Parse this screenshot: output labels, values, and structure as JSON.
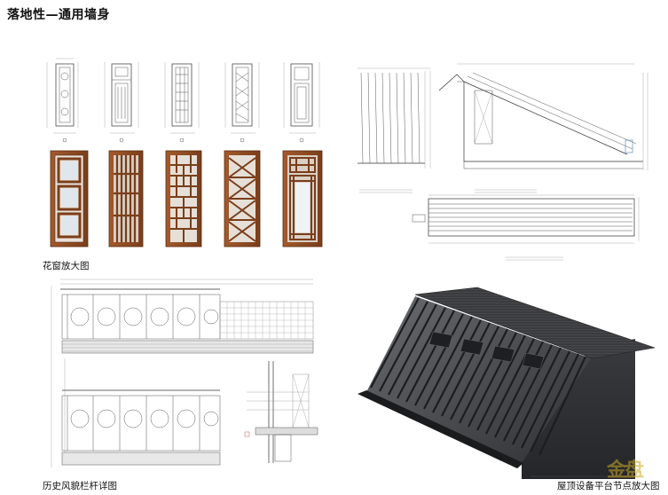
{
  "page": {
    "title": "落地性—通用墙身"
  },
  "captions": {
    "windows": "花窗放大图",
    "railing": "历史风貌栏杆详图",
    "roof": "屋顶设备平台节点放大图"
  },
  "watermark": "金盘",
  "colors": {
    "wood": "#8b4a24",
    "wood_dark": "#6a3516",
    "glass": "#e6eef2",
    "roof_dark": "#2d2e30",
    "roof_mid": "#4a4b4e",
    "drawing_line": "#555555",
    "accent_blue": "#4a7bb7"
  }
}
